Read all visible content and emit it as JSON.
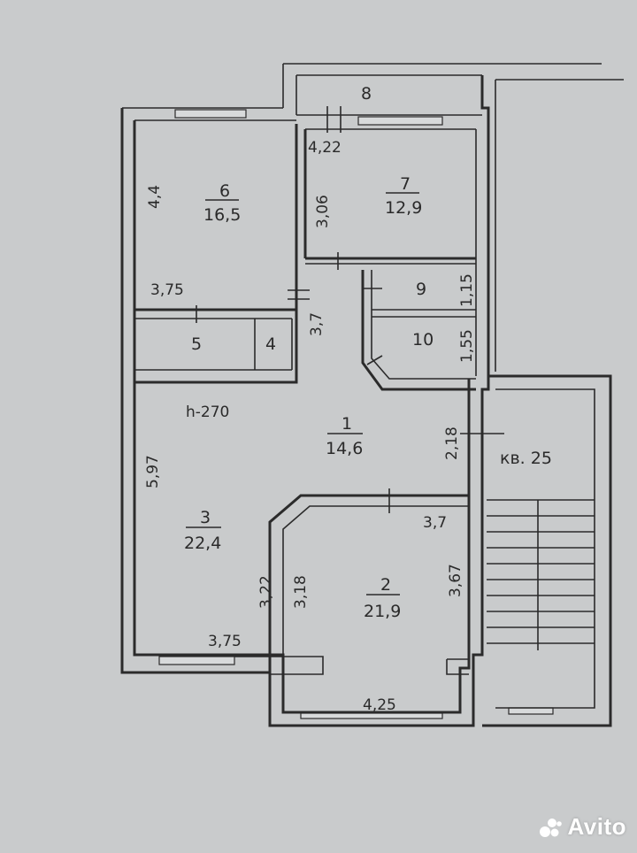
{
  "plan": {
    "rooms": [
      {
        "id": "1",
        "area": "14,6"
      },
      {
        "id": "2",
        "area": "21,9"
      },
      {
        "id": "3",
        "area": "22,4"
      },
      {
        "id": "4"
      },
      {
        "id": "5"
      },
      {
        "id": "6",
        "area": "16,5"
      },
      {
        "id": "7",
        "area": "12,9"
      },
      {
        "id": "8"
      },
      {
        "id": "9"
      },
      {
        "id": "10"
      }
    ],
    "ceiling_height": "h-270",
    "apartment_label": "кв. 25",
    "dimensions": [
      "4,22",
      "4,4",
      "3,06",
      "3,75",
      "1,15",
      "3,7",
      "1,55",
      "2,18",
      "5,97",
      "3,7",
      "3,22",
      "3,18",
      "3,67",
      "3,75",
      "4,25"
    ]
  },
  "watermark": {
    "text": "Avito"
  }
}
